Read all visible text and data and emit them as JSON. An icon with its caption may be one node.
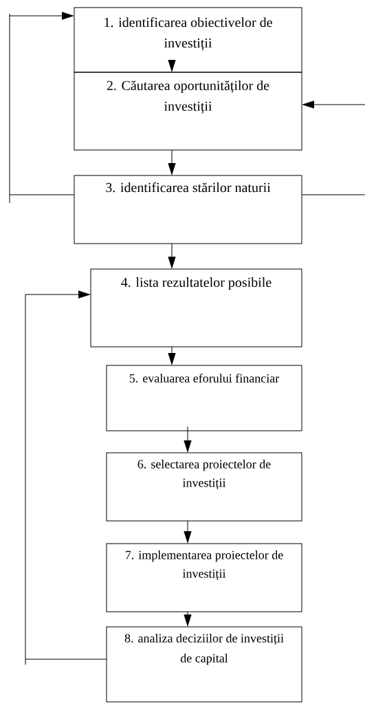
{
  "diagram": {
    "nodes": [
      {
        "text": [
          "1. identificarea obiectivelor de investiții"
        ]
      },
      {
        "text": [
          "2. Căutarea oportunităților de investiții"
        ]
      },
      {
        "text": [
          "3. identificarea stărilor naturii"
        ]
      },
      {
        "text": [
          "4. lista rezultatelor posibile"
        ]
      },
      {
        "text": [
          "5. evaluarea eforului financiar"
        ]
      },
      {
        "text": [
          "6. selectarea proiectelor de investiții"
        ]
      },
      {
        "text": [
          "7. implementarea proiectelor de investiții"
        ]
      },
      {
        "text": [
          "8. analiza deciziilor de investiții de capital"
        ]
      }
    ],
    "edges": [
      {
        "from": 0,
        "to": 1,
        "arrow": "to"
      },
      {
        "from": 1,
        "to": 2,
        "arrow": "to"
      },
      {
        "from": 2,
        "to": 3,
        "arrow": "to"
      },
      {
        "from": 3,
        "to": 4,
        "arrow": "to"
      },
      {
        "from": 4,
        "to": 5,
        "arrow": "to"
      },
      {
        "from": 5,
        "to": 6,
        "arrow": "to"
      },
      {
        "from": 6,
        "to": 7,
        "arrow": "to"
      },
      {
        "from": 2,
        "to": 0,
        "arrow": "to"
      },
      {
        "from": 2,
        "to": 1,
        "arrow": "to"
      },
      {
        "from": 7,
        "to": 3,
        "arrow": "to"
      }
    ]
  }
}
